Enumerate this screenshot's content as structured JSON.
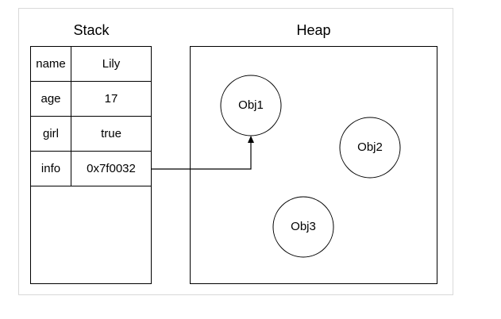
{
  "stack": {
    "title": "Stack",
    "rows": [
      {
        "key": "name",
        "value": "Lily"
      },
      {
        "key": "age",
        "value": "17"
      },
      {
        "key": "girl",
        "value": "true"
      },
      {
        "key": "info",
        "value": "0x7f0032"
      }
    ]
  },
  "heap": {
    "title": "Heap",
    "objects": [
      {
        "label": "Obj1"
      },
      {
        "label": "Obj2"
      },
      {
        "label": "Obj3"
      }
    ]
  },
  "reference": {
    "from": "info",
    "to": "Obj1"
  }
}
